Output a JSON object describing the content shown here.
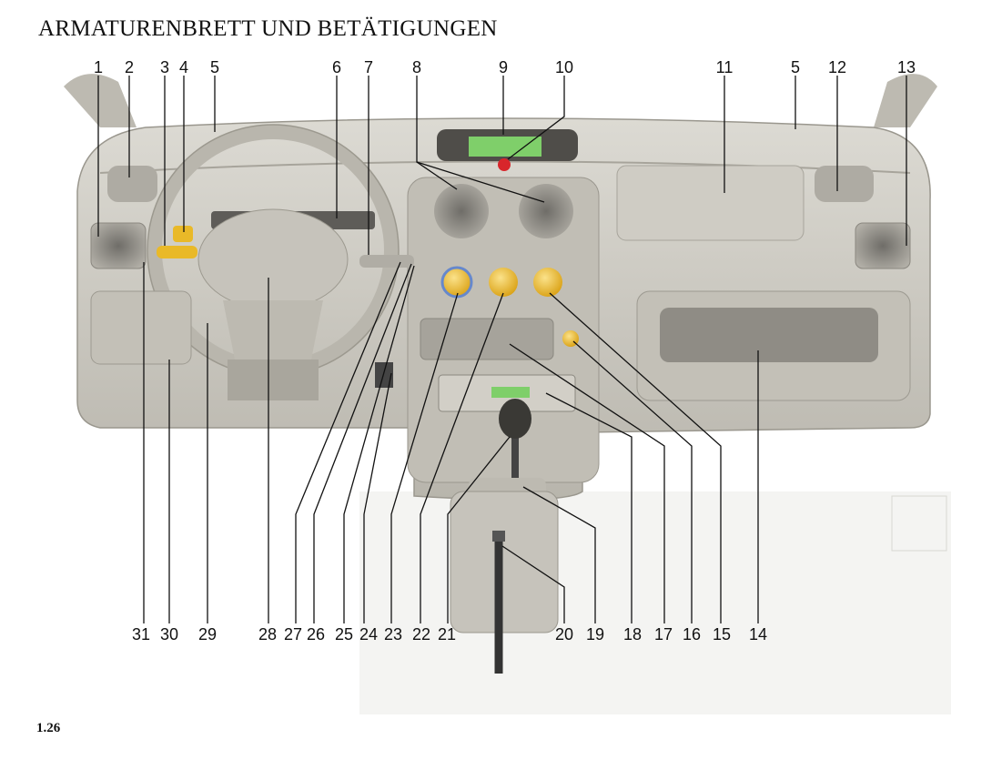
{
  "page": {
    "title": "ARMATURENBRETT UND BETÄTIGUNGEN",
    "page_number": "1.26"
  },
  "callouts": {
    "top": [
      "1",
      "2",
      "3",
      "4",
      "5",
      "6",
      "7",
      "8",
      "9",
      "10",
      "11",
      "5",
      "12",
      "13"
    ],
    "bottom": [
      "31",
      "30",
      "29",
      "28",
      "27",
      "26",
      "25",
      "24",
      "23",
      "22",
      "21",
      "20",
      "19",
      "18",
      "17",
      "16",
      "15",
      "14"
    ]
  },
  "colors": {
    "dash": "#c9c6bd",
    "dash_shadow": "#a9a69d",
    "knob": "#e9b928",
    "display": "#7fcf6a",
    "hazard": "#d8262b"
  }
}
